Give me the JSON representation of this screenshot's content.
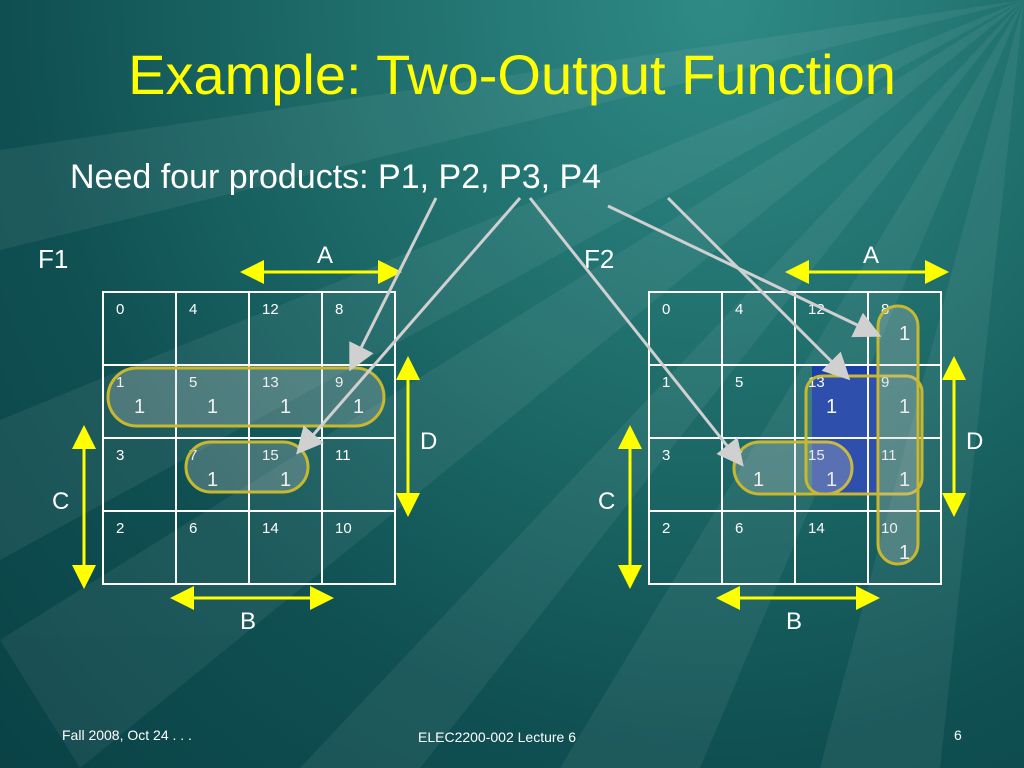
{
  "slide": {
    "title": "Example: Two-Output Function",
    "subtitle": "Need four products: P1, P2, P3, P4"
  },
  "f1": {
    "name": "F1",
    "axis_a": "A",
    "axis_b": "B",
    "axis_c": "C",
    "axis_d": "D",
    "cells": [
      [
        {
          "idx": "0",
          "val": ""
        },
        {
          "idx": "4",
          "val": ""
        },
        {
          "idx": "12",
          "val": ""
        },
        {
          "idx": "8",
          "val": ""
        }
      ],
      [
        {
          "idx": "1",
          "val": "1"
        },
        {
          "idx": "5",
          "val": "1"
        },
        {
          "idx": "13",
          "val": "1"
        },
        {
          "idx": "9",
          "val": "1"
        }
      ],
      [
        {
          "idx": "3",
          "val": ""
        },
        {
          "idx": "7",
          "val": "1"
        },
        {
          "idx": "15",
          "val": "1"
        },
        {
          "idx": "11",
          "val": ""
        }
      ],
      [
        {
          "idx": "2",
          "val": ""
        },
        {
          "idx": "6",
          "val": ""
        },
        {
          "idx": "14",
          "val": ""
        },
        {
          "idx": "10",
          "val": ""
        }
      ]
    ]
  },
  "f2": {
    "name": "F2",
    "axis_a": "A",
    "axis_b": "B",
    "axis_c": "C",
    "axis_d": "D",
    "cells": [
      [
        {
          "idx": "0",
          "val": ""
        },
        {
          "idx": "4",
          "val": ""
        },
        {
          "idx": "12",
          "val": ""
        },
        {
          "idx": "8",
          "val": "1"
        }
      ],
      [
        {
          "idx": "1",
          "val": ""
        },
        {
          "idx": "5",
          "val": ""
        },
        {
          "idx": "13",
          "val": "1"
        },
        {
          "idx": "9",
          "val": "1"
        }
      ],
      [
        {
          "idx": "3",
          "val": ""
        },
        {
          "idx": "7",
          "val": "1"
        },
        {
          "idx": "15",
          "val": "1"
        },
        {
          "idx": "11",
          "val": "1"
        }
      ],
      [
        {
          "idx": "2",
          "val": ""
        },
        {
          "idx": "6",
          "val": ""
        },
        {
          "idx": "14",
          "val": ""
        },
        {
          "idx": "10",
          "val": "1"
        }
      ]
    ]
  },
  "footer": {
    "left": "Fall 2008, Oct 24 . . .",
    "center": "ELEC2200-002 Lecture 6",
    "right": "6"
  },
  "colors": {
    "title": "#ffff00",
    "arrow": "#ffff00",
    "group_outline": "#c8b830",
    "highlight": "#1a3fa8",
    "pointer": "#d0d0d0"
  }
}
